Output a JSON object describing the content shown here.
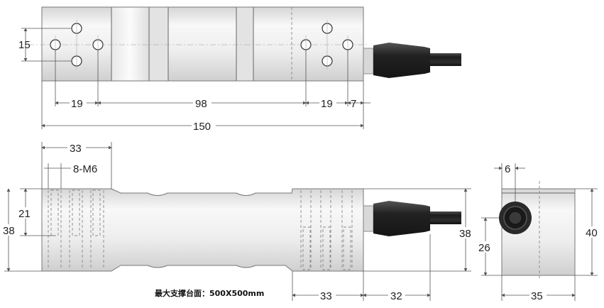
{
  "dimensions": {
    "top": {
      "hole_spacing": "15",
      "left_pitch": "19",
      "middle": "98",
      "right_pitch": "19",
      "cable_offset": "7",
      "overall_length": "150"
    },
    "side": {
      "thread_region": "33",
      "thread_label": "8-M6",
      "upper_height": "21",
      "height_left": "38",
      "height_right": "38",
      "bottom_region": "33",
      "cable_length": "32"
    },
    "end": {
      "cable_offset": "6",
      "cable_height": "26",
      "height": "40",
      "width": "35"
    }
  },
  "note": "最大支撑台面：500X500mm",
  "colors": {
    "body_light": "#f7f7f7",
    "body_mid": "#dcdcdc",
    "body_dark": "#c2c2c2",
    "cable": "#2a2a2a"
  }
}
